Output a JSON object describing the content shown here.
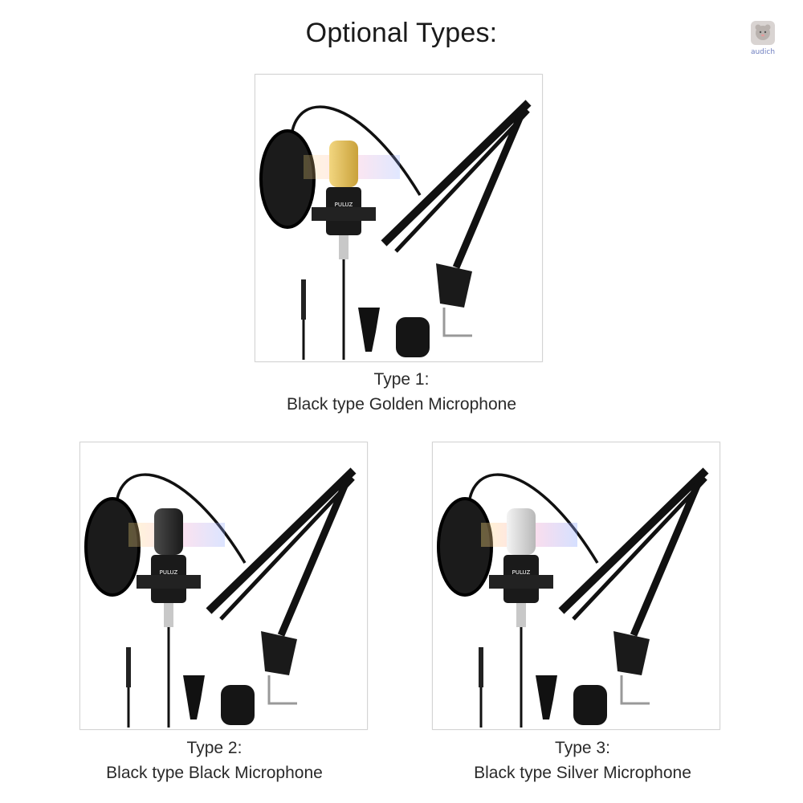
{
  "header": {
    "title": "Optional Types:"
  },
  "logo": {
    "text": "audich"
  },
  "products": [
    {
      "type_label": "Type 1:",
      "description": "Black type Golden Microphone",
      "mic_brand": "PULUZ",
      "colors": {
        "mic_body": "#c9a13a",
        "mic_highlight": "#f2d680"
      }
    },
    {
      "type_label": "Type 2:",
      "description": "Black type Black Microphone",
      "mic_brand": "PULUZ",
      "colors": {
        "mic_body": "#1a1a1a",
        "mic_highlight": "#4a4a4a"
      }
    },
    {
      "type_label": "Type 3:",
      "description": "Black type Silver Microphone",
      "mic_brand": "PULUZ",
      "colors": {
        "mic_body": "#b8b8b8",
        "mic_highlight": "#f3f3f3"
      }
    }
  ]
}
